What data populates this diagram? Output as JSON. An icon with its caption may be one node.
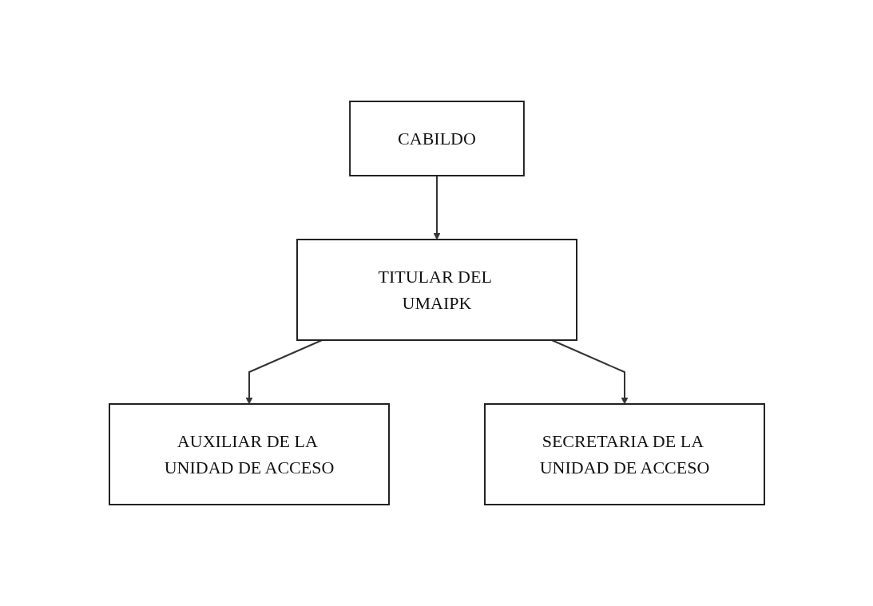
{
  "diagram": {
    "nodes": [
      {
        "text": [
          "CABILDO"
        ]
      },
      {
        "text": [
          "TITULAR DEL UMAIPK"
        ]
      },
      {
        "text": [
          "AUXILIAR DE LA UNIDAD DE ACCESO"
        ]
      },
      {
        "text": [
          "SECRETARIA DE LA UNIDAD DE ACCESO"
        ]
      }
    ],
    "edges": [
      {
        "from": 0,
        "to": 1,
        "arrow": "to"
      },
      {
        "from": 1,
        "to": 2,
        "arrow": "to"
      },
      {
        "from": 1,
        "to": 3,
        "arrow": "to"
      }
    ]
  }
}
